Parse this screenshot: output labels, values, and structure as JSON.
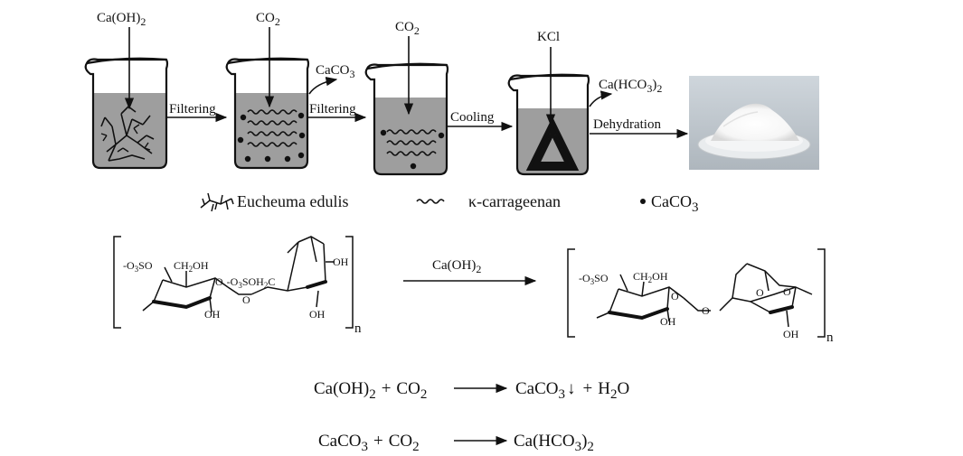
{
  "colors": {
    "liquid": "#9e9e9e",
    "ink": "#111111",
    "panel": "#eeeeee",
    "plate": "#f4f4f4"
  },
  "process": {
    "beaker1": {
      "reagent": "Ca(OH)",
      "reagent_sub": "2"
    },
    "step1": "Filtering",
    "beaker2": {
      "reagent": "CO",
      "reagent_sub": "2",
      "byproduct": "CaCO",
      "byproduct_sub": "3"
    },
    "step2": "Filtering",
    "beaker3": {
      "reagent": "CO",
      "reagent_sub": "2"
    },
    "step3": "Cooling",
    "beaker4": {
      "reagent": "KCl",
      "byproduct": "Ca(HCO",
      "byproduct_sub": "3",
      "byproduct_tail": ")",
      "byproduct_sub2": "2"
    },
    "step4": "Dehydration"
  },
  "legend": {
    "eucheuma": "Eucheuma edulis",
    "carrageenan": "κ-carrageenan",
    "caco3": "CaCO",
    "caco3_sub": "3"
  },
  "structure": {
    "left": {
      "so3": "O",
      "so3_prefix": "-",
      "so3_sub": "3",
      "so3_suffix": "SO",
      "ch2oh": "CH",
      "ch2oh_sub": "2",
      "ch2oh_suffix": "OH",
      "link": "O",
      "oso3": "O",
      "oso3_sub": "3",
      "oso3_suffix": "SOH",
      "oso3_sub2": "2",
      "oso3_tail": "C",
      "oh1": "OH",
      "oh2": "OH",
      "oh3": "OH",
      "n": "n"
    },
    "reaction_reagent": "Ca(OH)",
    "reaction_reagent_sub": "2",
    "right": {
      "so3": "O",
      "so3_prefix": "-",
      "so3_sub": "3",
      "so3_suffix": "SO",
      "ch2oh": "CH",
      "ch2oh_sub": "2",
      "ch2oh_suffix": "OH",
      "o_link": "O",
      "o_ring": "O",
      "oh1": "OH",
      "oh2": "OH",
      "n": "n"
    }
  },
  "equations": [
    {
      "lhs_a": "Ca(OH)",
      "lhs_a_sub": "2",
      "plus": "+",
      "lhs_b": "CO",
      "lhs_b_sub": "2",
      "rhs_a": "CaCO",
      "rhs_a_sub": "3",
      "down_arrow": "↓",
      "plus2": "+",
      "rhs_b": "H",
      "rhs_b_sub": "2",
      "rhs_b_tail": "O"
    },
    {
      "lhs_a": "CaCO",
      "lhs_a_sub": "3",
      "plus": "+",
      "lhs_b": "CO",
      "lhs_b_sub": "2",
      "rhs_a": "Ca(HCO",
      "rhs_a_sub": "3",
      "rhs_a_tail": ")",
      "rhs_a_sub2": "2"
    }
  ]
}
